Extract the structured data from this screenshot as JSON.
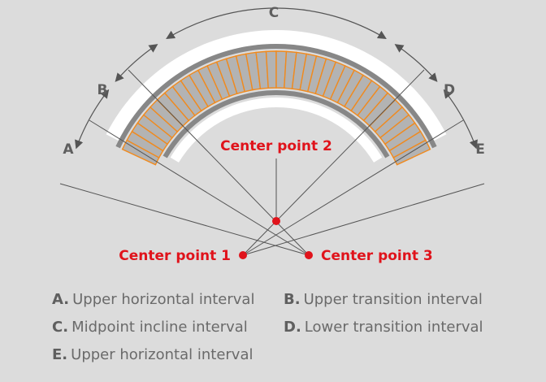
{
  "colors": {
    "background": "#dcdcdc",
    "accent_red": "#e0131b",
    "block_fill": "#b3b3b3",
    "block_border": "#f08a1e",
    "rail": "#878787",
    "white_band": "#ffffff",
    "line": "#555555",
    "text": "#666666"
  },
  "regions": [
    {
      "letter": "A"
    },
    {
      "letter": "B"
    },
    {
      "letter": "C"
    },
    {
      "letter": "D"
    },
    {
      "letter": "E"
    }
  ],
  "center_points": [
    {
      "label": "Center point 1"
    },
    {
      "label": "Center point 2"
    },
    {
      "label": "Center point 3"
    }
  ],
  "legend": [
    {
      "letter": "A",
      "text": "Upper horizontal interval"
    },
    {
      "letter": "B",
      "text": "Upper transition interval"
    },
    {
      "letter": "C",
      "text": "Midpoint incline interval"
    },
    {
      "letter": "D",
      "text": "Lower transition interval"
    },
    {
      "letter": "E",
      "text": "Upper horizontal interval"
    }
  ]
}
